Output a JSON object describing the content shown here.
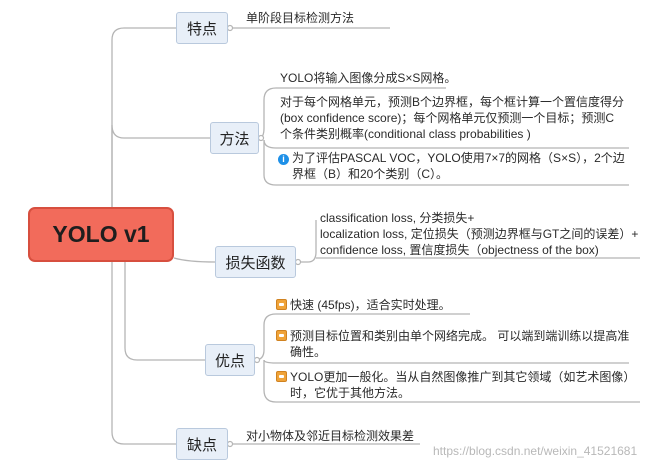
{
  "root": {
    "label": "YOLO v1"
  },
  "nodes": {
    "tedian": "特点",
    "fangfa": "方法",
    "sunshi": "损失函数",
    "youdian": "优点",
    "quedian": "缺点"
  },
  "texts": {
    "tedian_desc": "单阶段目标检测方法",
    "fangfa_1": "YOLO将输入图像分成S×S网格。",
    "fangfa_2_l1": "对于每个网格单元，预测B个边界框，每个框计算一个置信度得分",
    "fangfa_2_l2": "(box confidence score)；每个网格单元仅预测一个目标；预测C",
    "fangfa_2_l3": "个条件类别概率(conditional class probabilities )",
    "fangfa_3_l1": "为了评估PASCAL VOC，YOLO使用7×7的网格（S×S），2个边",
    "fangfa_3_l2": "界框（B）和20个类别（C）。",
    "sunshi_l1": "classification loss, 分类损失+",
    "sunshi_l2": "localization loss, 定位损失（预测边界框与GT之间的误差）+",
    "sunshi_l3": "confidence loss, 置信度损失（objectness of the box)",
    "youdian_1": "快速 (45fps)，适合实时处理。",
    "youdian_2_l1": "预测目标位置和类别由单个网络完成。 可以端到端训练以提高准",
    "youdian_2_l2": "确性。",
    "youdian_3_l1": "YOLO更加一般化。当从自然图像推广到其它领域（如艺术图像）",
    "youdian_3_l2": "时，它优于其他方法。",
    "quedian_desc": "对小物体及邻近目标检测效果差"
  },
  "icons": {
    "info": "info-icon",
    "note": "note-icon"
  },
  "watermark": "https://blog.csdn.net/weixin_41521681",
  "colors": {
    "root_fill": "#f26b5b",
    "root_border": "#d74f3f",
    "node_fill": "#e8eff8",
    "line": "#b5b5b5"
  }
}
